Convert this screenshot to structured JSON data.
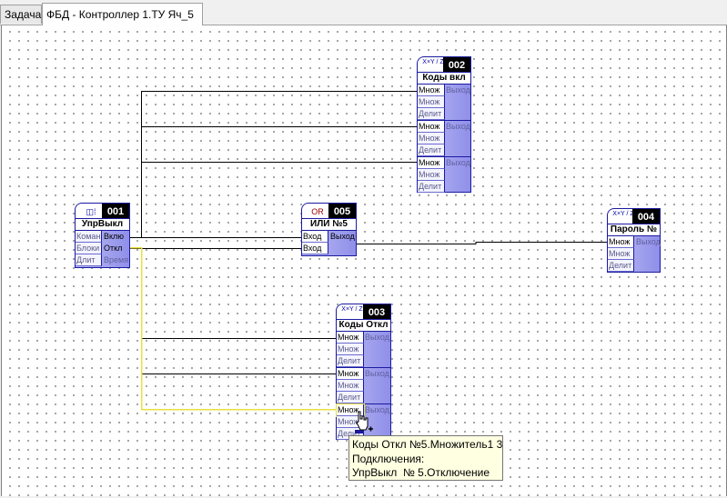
{
  "tabs": [
    {
      "label": "Задача",
      "active": false
    },
    {
      "label": "ФБД - Контроллер 1.ТУ Яч_5",
      "active": true
    }
  ],
  "blocks": {
    "b001": {
      "number": "001",
      "icon": "◫⁞",
      "title": "УпрВыкл",
      "inputs": [
        "Коман",
        "Блоки",
        "Длит"
      ],
      "outputs": [
        "Вклю",
        "Откл",
        "Время"
      ]
    },
    "b002": {
      "number": "002",
      "icon": "X×Y / Z",
      "title": "Коды вкл",
      "inputs": [
        "Множ",
        "Множ",
        "Делит",
        "Множ",
        "Множ",
        "Делит",
        "Множ",
        "Множ",
        "Делит"
      ],
      "outputs": [
        "Выход",
        "Выход",
        "Выход"
      ]
    },
    "b003": {
      "number": "003",
      "icon": "X×Y / Z",
      "title": "Коды Откл",
      "inputs": [
        "Множ",
        "Множ",
        "Делит",
        "Множ",
        "Множ",
        "Делит",
        "Множ",
        "Множ",
        "Делит"
      ],
      "outputs": [
        "Выход",
        "Выход",
        "Выход"
      ]
    },
    "b004": {
      "number": "004",
      "icon": "X×Y / Z",
      "title": "Пароль №",
      "inputs": [
        "Множ",
        "Множ",
        "Делит"
      ],
      "outputs": [
        "Выход"
      ]
    },
    "b005": {
      "number": "005",
      "icon": "OR",
      "title": "ИЛИ №5",
      "inputs": [
        "Вход",
        "Вход"
      ],
      "outputs": [
        "Выход"
      ]
    }
  },
  "tooltip": {
    "line1": "Коды Откл №5.Множитель1 3",
    "line2": "Подключения:",
    "line3": "УпрВыкл  № 5.Отключение"
  },
  "colors": {
    "block_border": "#1a1aa0",
    "block_fill": "#9a9aee",
    "wire": "#000000",
    "highlight_wire": "#e8e040",
    "tooltip_bg": "#ffffe1"
  }
}
